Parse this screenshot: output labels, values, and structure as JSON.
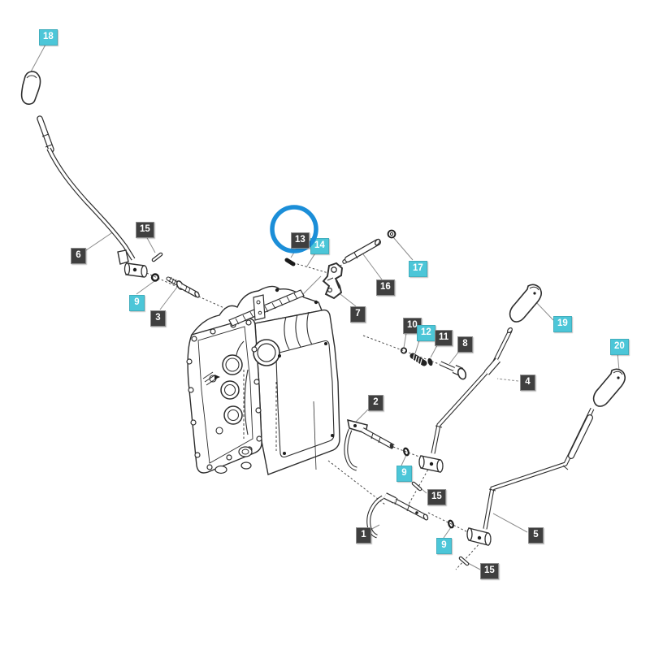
{
  "callouts": [
    {
      "id": "c18",
      "text": "18",
      "style": "cyan"
    },
    {
      "id": "c6",
      "text": "6",
      "style": "dark"
    },
    {
      "id": "c15a",
      "text": "15",
      "style": "dark"
    },
    {
      "id": "c9a",
      "text": "9",
      "style": "cyan"
    },
    {
      "id": "c3",
      "text": "3",
      "style": "dark"
    },
    {
      "id": "c13",
      "text": "13",
      "style": "dark"
    },
    {
      "id": "c14",
      "text": "14",
      "style": "cyan"
    },
    {
      "id": "c17",
      "text": "17",
      "style": "cyan"
    },
    {
      "id": "c16",
      "text": "16",
      "style": "dark"
    },
    {
      "id": "c7",
      "text": "7",
      "style": "dark"
    },
    {
      "id": "c10",
      "text": "10",
      "style": "dark"
    },
    {
      "id": "c12",
      "text": "12",
      "style": "cyan"
    },
    {
      "id": "c11",
      "text": "11",
      "style": "dark"
    },
    {
      "id": "c8",
      "text": "8",
      "style": "dark"
    },
    {
      "id": "c4",
      "text": "4",
      "style": "dark"
    },
    {
      "id": "c19",
      "text": "19",
      "style": "cyan"
    },
    {
      "id": "c20",
      "text": "20",
      "style": "cyan"
    },
    {
      "id": "c2",
      "text": "2",
      "style": "dark"
    },
    {
      "id": "c9b",
      "text": "9",
      "style": "cyan"
    },
    {
      "id": "c15b",
      "text": "15",
      "style": "dark"
    },
    {
      "id": "c1",
      "text": "1",
      "style": "dark"
    },
    {
      "id": "c9c",
      "text": "9",
      "style": "cyan"
    },
    {
      "id": "c5",
      "text": "5",
      "style": "dark"
    },
    {
      "id": "c15c",
      "text": "15",
      "style": "dark"
    }
  ],
  "highlight": {
    "circled_callout": "13"
  },
  "colors": {
    "callout_dark_bg": "#3f3f3f",
    "callout_cyan_bg": "#4cc6d8",
    "callout_text": "#ffffff",
    "highlight_ring": "#1b8ed8",
    "line_color": "#2e2e2e"
  }
}
